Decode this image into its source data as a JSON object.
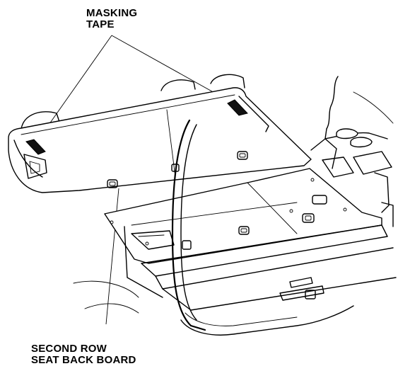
{
  "labels": {
    "masking_tape": {
      "line1": "MASKING",
      "line2": "TAPE"
    },
    "seat_back_board": {
      "line1": "SECOND ROW",
      "line2": "SEAT BACK BOARD"
    }
  },
  "colors": {
    "ink": "#000000",
    "background": "#ffffff",
    "tape": "#111111"
  }
}
